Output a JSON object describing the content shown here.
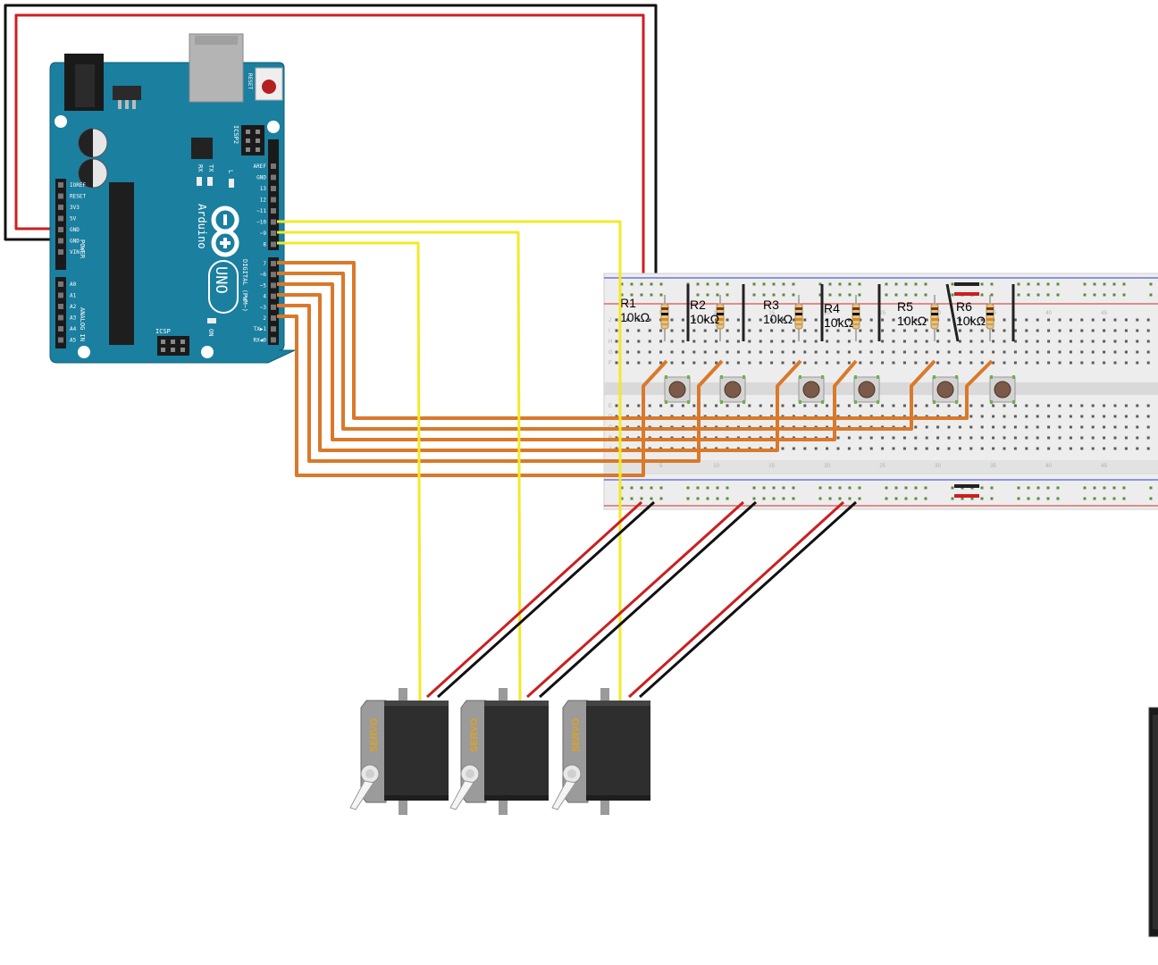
{
  "arduino": {
    "brand": "Arduino",
    "model": "UNO",
    "reset_label": "RESET",
    "icsp2_label": "ICSP2",
    "icsp_label": "ICSP",
    "l_label": "L",
    "tx_label": "TX",
    "rx_label": "RX",
    "on_label": "ON",
    "digital_label": "DIGITAL (PWM~)",
    "power_label": "POWER",
    "analog_label": "ANALOG IN",
    "digital_pins_top": [
      "AREF",
      "GND",
      "13",
      "12",
      "~11",
      "~10",
      "~9",
      "8"
    ],
    "digital_pins_bottom": [
      "7",
      "~6",
      "~5",
      "4",
      "~3",
      "2",
      "TX▶1",
      "RX◀0"
    ],
    "power_pins": [
      "IOREF",
      "RESET",
      "3V3",
      "5V",
      "GND",
      "GND",
      "VIN"
    ],
    "analog_pins": [
      "A0",
      "A1",
      "A2",
      "A3",
      "A4",
      "A5"
    ]
  },
  "breadboard": {
    "row_letters": [
      "J",
      "I",
      "H",
      "G",
      "F",
      "E",
      "D",
      "C",
      "B",
      "A"
    ],
    "column_numbers": [
      "5",
      "10",
      "15",
      "20",
      "25",
      "30",
      "35",
      "40",
      "45"
    ]
  },
  "resistors": [
    {
      "name": "R1",
      "value": "10kΩ"
    },
    {
      "name": "R2",
      "value": "10kΩ"
    },
    {
      "name": "R3",
      "value": "10kΩ"
    },
    {
      "name": "R4",
      "value": "10kΩ"
    },
    {
      "name": "R5",
      "value": "10kΩ"
    },
    {
      "name": "R6",
      "value": "10kΩ"
    }
  ],
  "servos": [
    {
      "label": "SERVO"
    },
    {
      "label": "SERVO"
    },
    {
      "label": "SERVO"
    }
  ],
  "colors": {
    "board": "#1b7f9f",
    "wire_power": "#cc1f1f",
    "wire_ground": "#111111",
    "wire_signal": "#f2e92a",
    "wire_button": "#d9792b",
    "servo_body": "#2e2e2e",
    "servo_label": "#e0a21a"
  }
}
